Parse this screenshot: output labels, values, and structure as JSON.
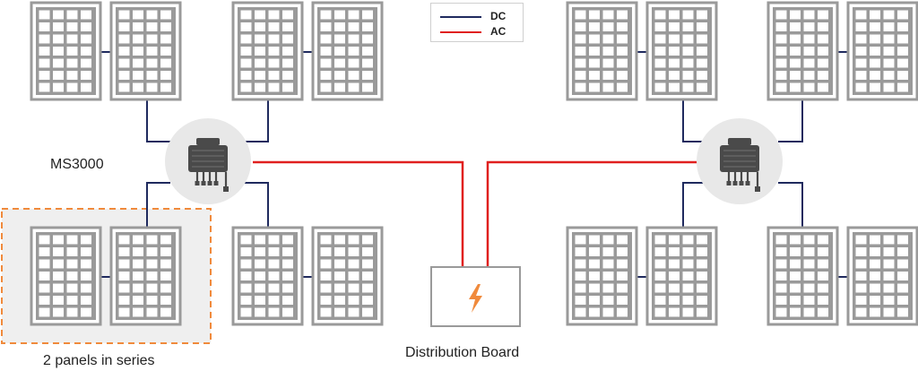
{
  "legend": {
    "dc_label": "DC",
    "ac_label": "AC",
    "dc_color": "#1f2a5e",
    "ac_color": "#e0201f"
  },
  "labels": {
    "inverter": "MS3000",
    "series_group": "2 panels in series",
    "distribution_board": "Distribution Board"
  },
  "colors": {
    "panel_frame": "#9a9a9a",
    "panel_cell": "#9a9a9a",
    "inverter_circle": "#e8e8e8",
    "inverter_body": "#4a4a4a",
    "series_highlight_border": "#f08a3c",
    "series_highlight_fill": "#efefef",
    "board_icon": "#f08a3c"
  },
  "icons": {
    "inverter": "microinverter-icon",
    "board": "lightning-bolt-icon"
  }
}
